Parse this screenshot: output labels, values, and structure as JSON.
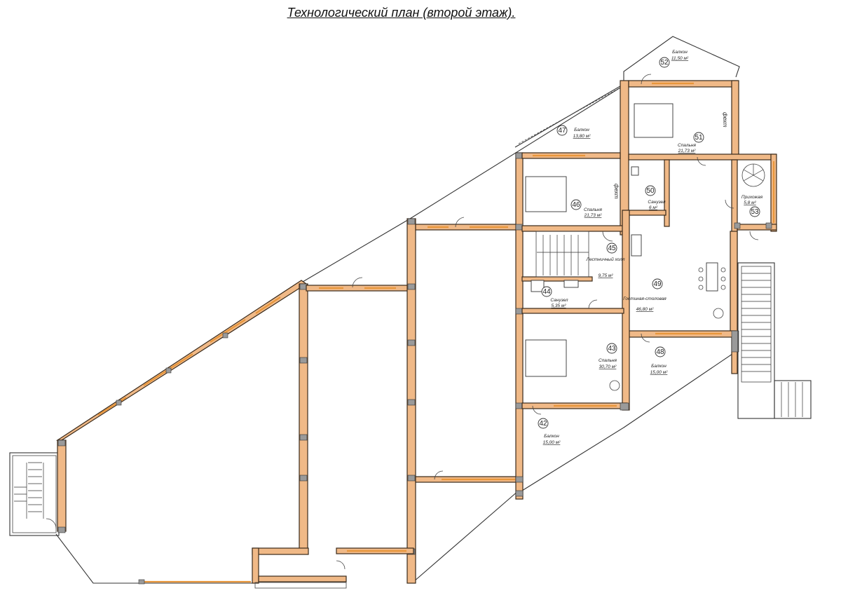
{
  "title": "Технологический план (второй этаж).",
  "rooms": [
    {
      "num": "52",
      "name": "Балкон",
      "area": "11,50 м²"
    },
    {
      "num": "51",
      "name": "Спальня",
      "area": "21,73 м²"
    },
    {
      "num": "47",
      "name": "Балкон",
      "area": "13,80 м²"
    },
    {
      "num": "46",
      "name": "Спальня",
      "area": "21,73 м²"
    },
    {
      "num": "50",
      "name": "Санузел",
      "area": "6 м²"
    },
    {
      "num": "53",
      "name": "Прихожая",
      "area": "5,8 м²"
    },
    {
      "num": "45",
      "name": "Лестничный холл",
      "area": "9,75 м²"
    },
    {
      "num": "49",
      "name": "Гостиная-столовая",
      "area": "46,80 м²"
    },
    {
      "num": "44",
      "name": "Санузел",
      "area": "5,35 м²"
    },
    {
      "num": "43",
      "name": "Спальня",
      "area": "30,70 м²"
    },
    {
      "num": "48",
      "name": "Балкон",
      "area": "15,00 м²"
    },
    {
      "num": "42",
      "name": "Балкон",
      "area": "15,00 м²"
    }
  ],
  "vertical_labels": [
    "фехт",
    "фехт"
  ],
  "colors": {
    "wall": "#f0b987",
    "window": "#e8963a",
    "outline": "#333333"
  }
}
